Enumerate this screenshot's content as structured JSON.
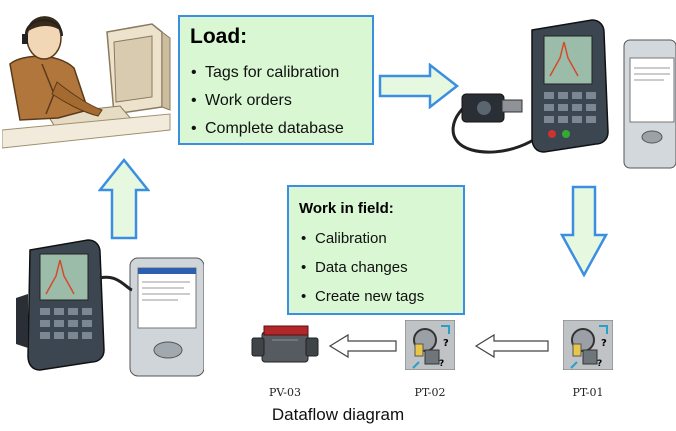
{
  "load_box": {
    "title": "Load:",
    "items": [
      "Tags for calibration",
      "Work orders",
      "Complete database"
    ]
  },
  "field_box": {
    "title": "Work in field:",
    "items": [
      "Calibration",
      "Data changes",
      "Create new tags"
    ]
  },
  "nodes": {
    "pv03": "PV-03",
    "pt02": "PT-02",
    "pt01": "PT-01"
  },
  "caption": "Dataflow diagram",
  "colors": {
    "box_fill": "#d8f7d2",
    "box_border": "#3b8fe0",
    "arrow_fill": "#e6f9e0",
    "arrow_stroke": "#3b8fe0"
  }
}
